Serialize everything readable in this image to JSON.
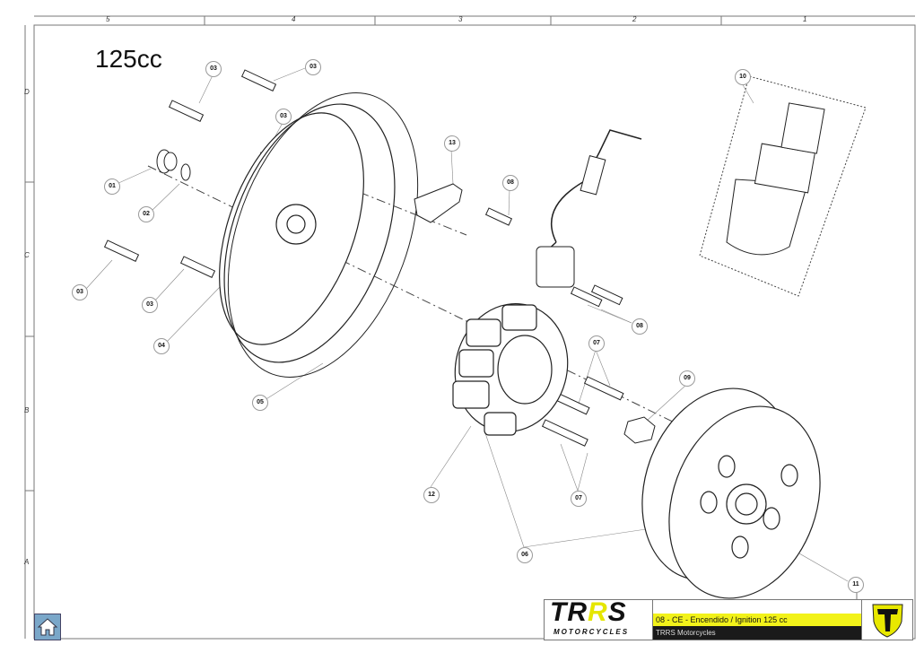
{
  "drawing": {
    "title": "125cc",
    "column_labels": [
      "5",
      "4",
      "3",
      "2",
      "1"
    ],
    "row_labels": [
      "D",
      "C",
      "B",
      "A"
    ],
    "callouts": [
      "03",
      "03",
      "03",
      "01",
      "02",
      "03",
      "03",
      "04",
      "05",
      "13",
      "08",
      "08",
      "07",
      "07",
      "09",
      "12",
      "06",
      "11",
      "10"
    ]
  },
  "title_block": {
    "logo_text_main_a": "TR",
    "logo_text_main_b": "R",
    "logo_text_main_c": "S",
    "logo_text_sub": "MOTORCYCLES",
    "part_title": "08 - CE - Encendido / Ignition  125 cc",
    "company": "TRRS Motorcycles",
    "accent_color": "#f2f21a"
  },
  "nav": {
    "home_icon": "home-icon"
  }
}
